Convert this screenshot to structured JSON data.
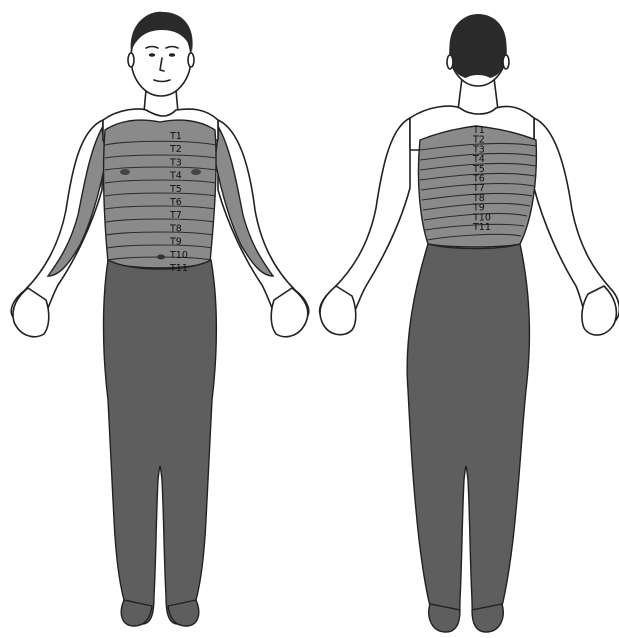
{
  "colors": {
    "background": "#ffffff",
    "thoracic_shade": "#8a8a8a",
    "lower_body_shade": "#5e5e5e",
    "outline": "#222222"
  },
  "front_figure": {
    "labels": [
      "T1",
      "T2",
      "T3",
      "T4",
      "T5",
      "T6",
      "T7",
      "T8",
      "T9",
      "T10",
      "T11"
    ]
  },
  "back_figure": {
    "labels": [
      "T1",
      "T2",
      "T3",
      "T4",
      "T5",
      "T6",
      "T7",
      "T8",
      "T9",
      "T10",
      "T11"
    ]
  }
}
